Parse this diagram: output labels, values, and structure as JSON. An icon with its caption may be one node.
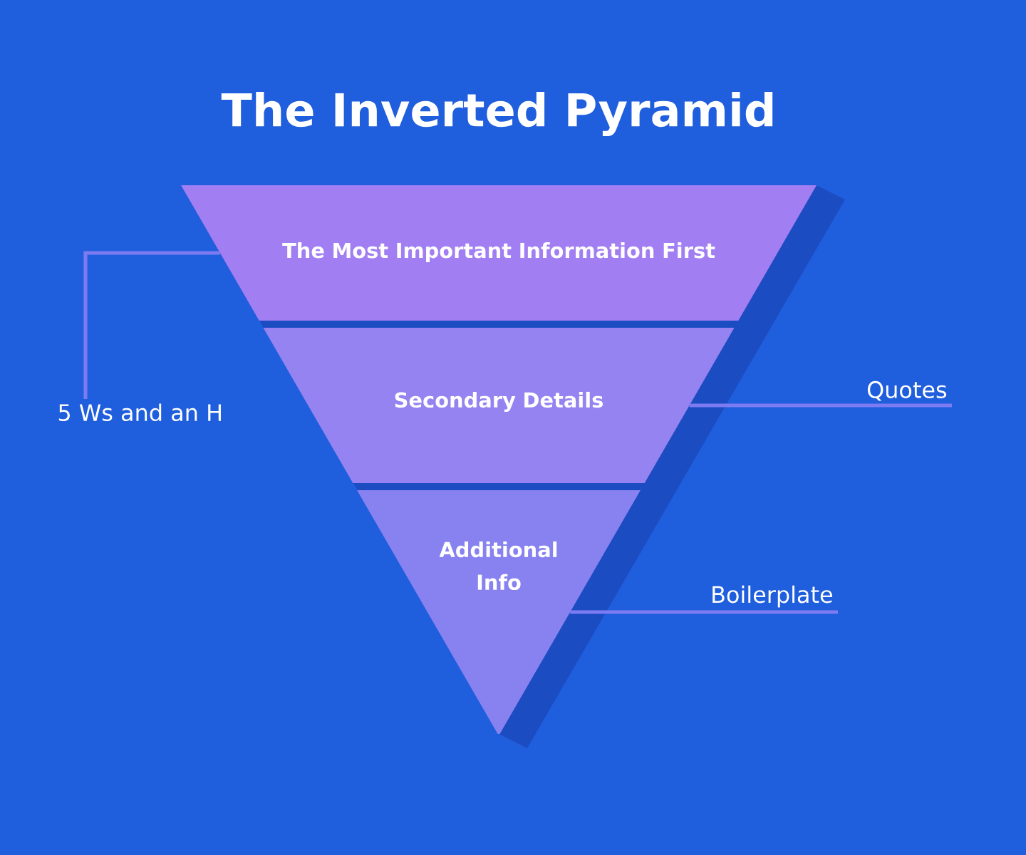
{
  "diagram": {
    "title": "The Inverted Pyramid",
    "nodes": [
      {
        "text": [
          "The Most Important Information First"
        ]
      },
      {
        "text": [
          "Secondary Details"
        ]
      },
      {
        "text": [
          "Additional Info"
        ]
      },
      {
        "text": [
          "5 Ws and an H"
        ]
      },
      {
        "text": [
          "Quotes"
        ]
      },
      {
        "text": [
          "Boilerplate"
        ]
      }
    ],
    "edges": [
      {
        "from": 3,
        "to": 0,
        "arrow": "none"
      },
      {
        "from": 4,
        "to": 1,
        "arrow": "none"
      },
      {
        "from": 5,
        "to": 2,
        "arrow": "none"
      }
    ]
  }
}
